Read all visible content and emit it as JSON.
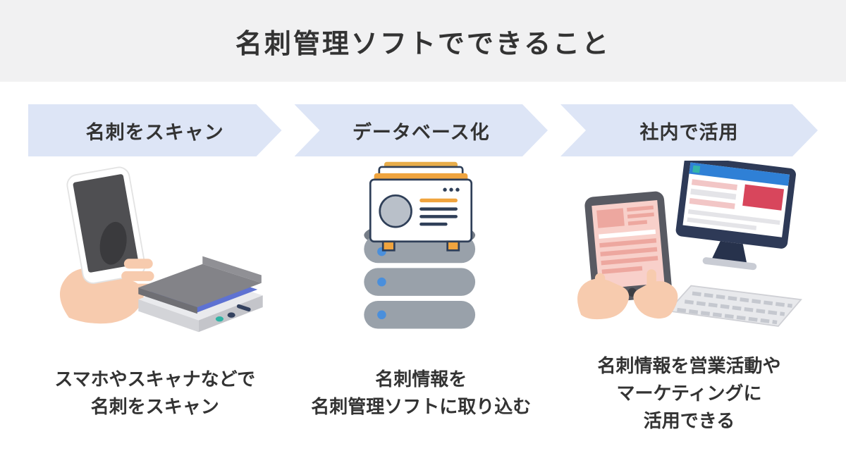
{
  "header": {
    "title": "名刺管理ソフトでできること"
  },
  "steps": [
    {
      "banner": "名刺をスキャン",
      "illustration": "smartphone-and-scanner",
      "description": "スマホやスキャナなどで\n名刺をスキャン"
    },
    {
      "banner": "データベース化",
      "illustration": "business-cards-database",
      "description": "名刺情報を\n名刺管理ソフトに取り込む"
    },
    {
      "banner": "社内で活用",
      "illustration": "tablet-and-desktop-computer",
      "description": "名刺情報を営業活動や\nマーケティングに\n活用できる"
    }
  ],
  "colors": {
    "header_background": "#f1f1f2",
    "banner_background": "#dde5f6",
    "text": "#333333",
    "accent_orange": "#f0a43e",
    "accent_navy": "#2f3f58",
    "accent_blue": "#2f80d6",
    "accent_red": "#d8465c",
    "accent_teal": "#35b5a9",
    "skin": "#f7cbae"
  }
}
